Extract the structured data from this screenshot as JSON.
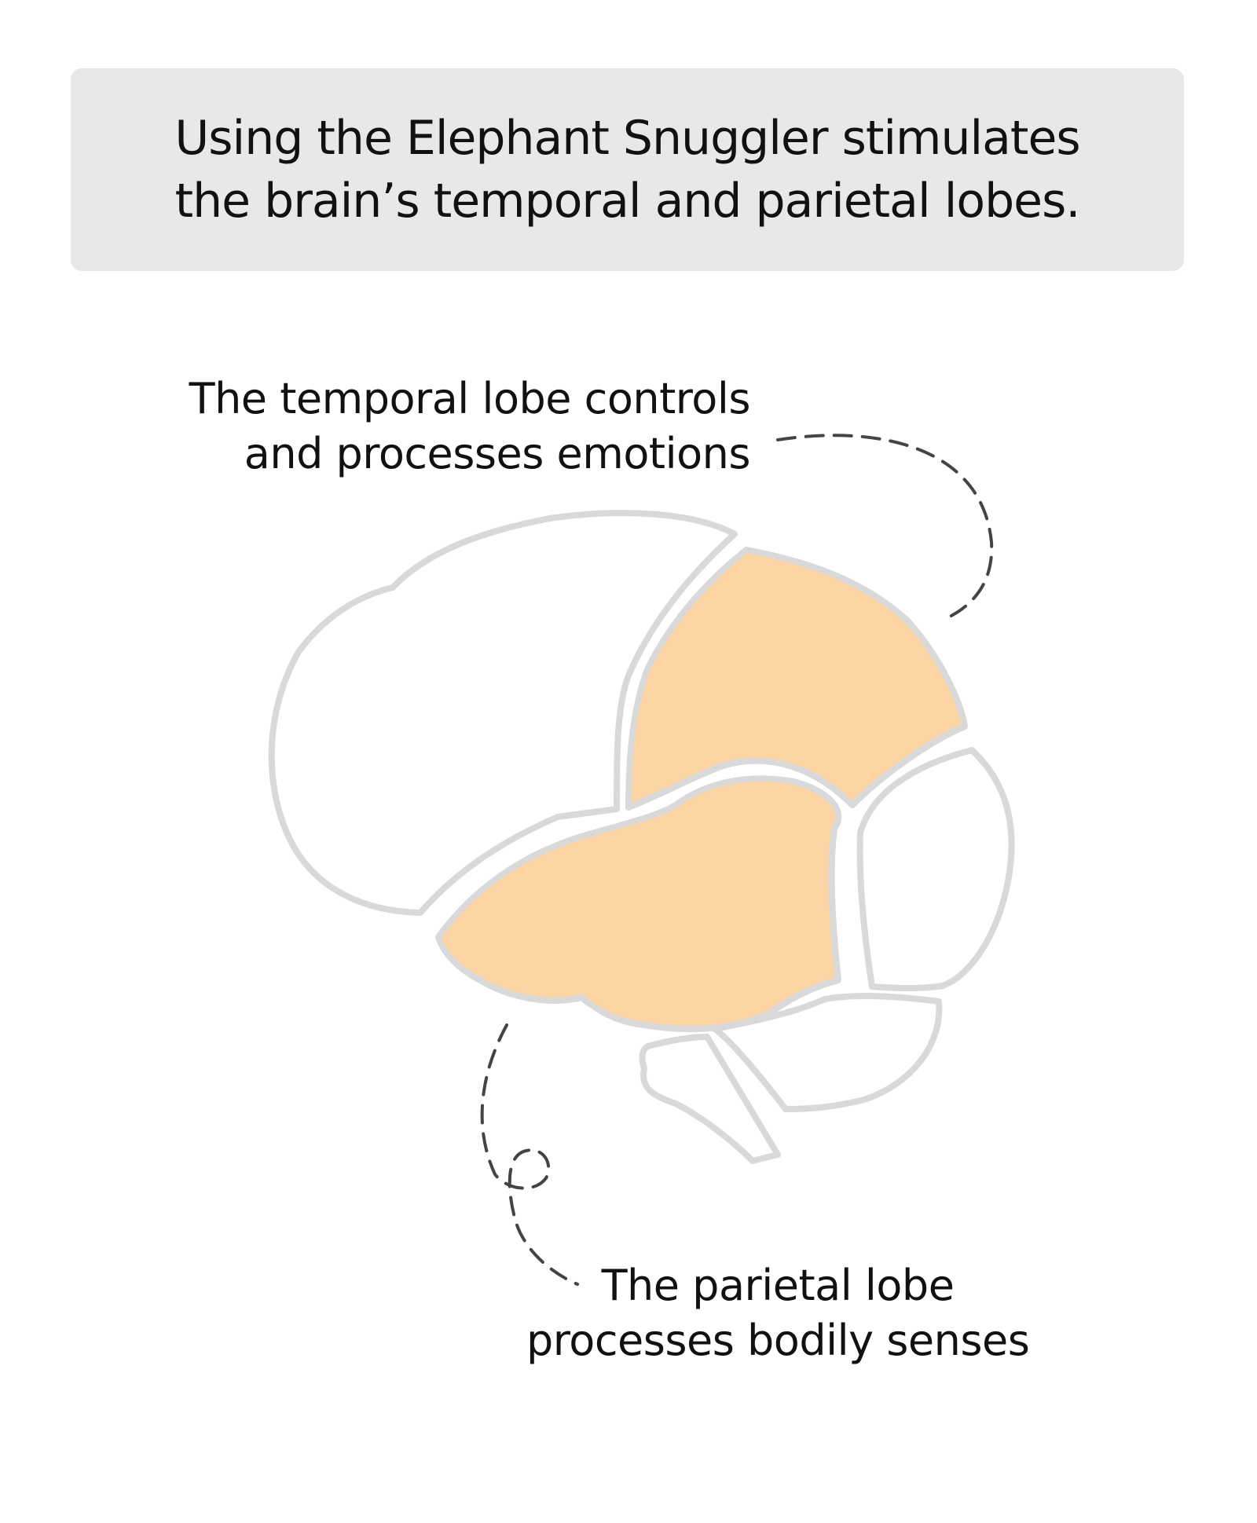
{
  "header": {
    "line1": "Using the Elephant Snuggler stimulates",
    "line2": "the brain’s temporal and parietal lobes."
  },
  "labels": {
    "temporal": {
      "line1": "The temporal lobe controls",
      "line2": "and processes emotions"
    },
    "parietal": {
      "line1": "The parietal lobe",
      "line2": "processes bodily senses"
    }
  },
  "colors": {
    "highlight": "#fdd5a5",
    "outline": "#d9d9d9",
    "header_bg": "#e8e8e8",
    "leader": "#444444"
  }
}
